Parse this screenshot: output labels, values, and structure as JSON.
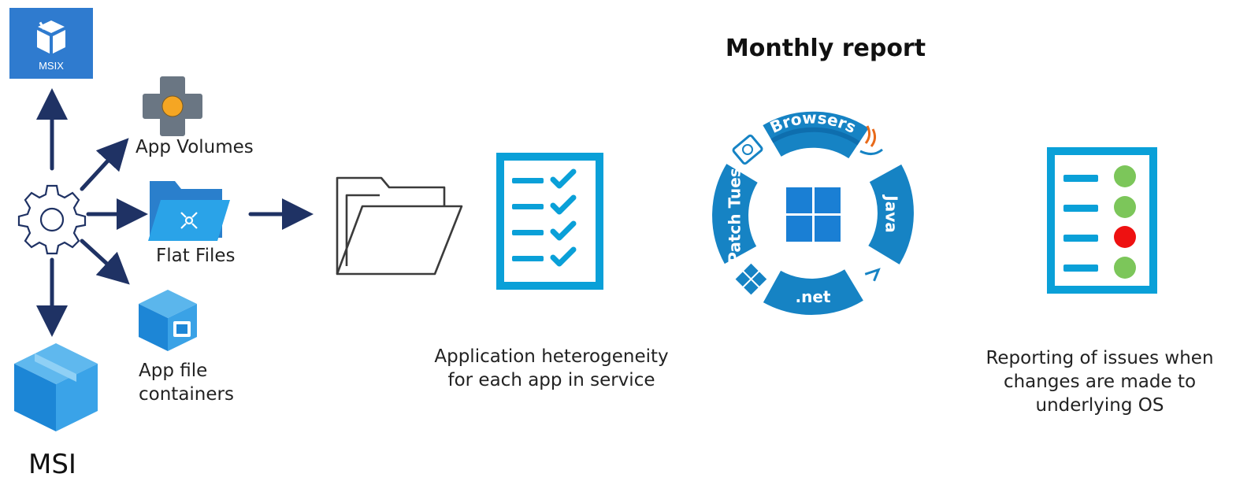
{
  "icons": {
    "msix_badge": "MSIX",
    "app_volumes": "App Volumes",
    "flat_files": "Flat Files",
    "app_file_containers": [
      "App file",
      "containers"
    ],
    "msi": "MSI"
  },
  "heterogeneity_caption": [
    "Application heterogeneity",
    "for each app in service"
  ],
  "monthly_report": {
    "title": "Monthly report",
    "ring_segments": {
      "top": "Browsers",
      "right": "Java",
      "bottom": ".net",
      "left": "Patch Tues"
    }
  },
  "reporting_caption": [
    "Reporting of issues when",
    "changes are made to",
    "underlying OS"
  ],
  "colors": {
    "navy_arrow": "#1f3264",
    "blue_primary": "#0aa0d8",
    "ring_blue": "#1683c4",
    "status_ok": "#7cc65a",
    "status_fail": "#ee1111"
  }
}
